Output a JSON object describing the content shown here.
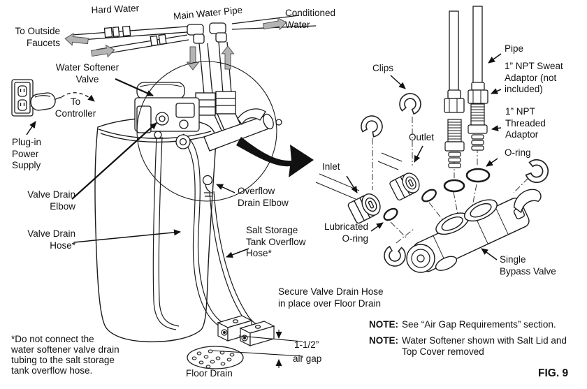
{
  "labels": {
    "hard_water": "Hard Water",
    "main_water_pipe": "Main Water Pipe",
    "conditioned_water": "Conditioned\nWater",
    "to_outside_faucets": "To Outside\nFaucets",
    "water_softener_valve": "Water Softener\nValve",
    "to_controller": "To\nController",
    "plug_in_power_supply": "Plug-in\nPower\nSupply",
    "valve_drain_elbow": "Valve Drain\nElbow",
    "valve_drain_hose": "Valve Drain\nHose*",
    "overflow_drain_elbow": "Overflow\nDrain Elbow",
    "salt_storage_tank_overflow_hose": "Salt Storage\nTank Overflow\nHose*",
    "secure_valve_drain_hose": "Secure Valve Drain Hose\nin place over Floor Drain",
    "air_gap_size": "1-1/2”",
    "air_gap": "air gap",
    "floor_drain": "Floor Drain",
    "clips": "Clips",
    "pipe": "Pipe",
    "npt_sweat_adaptor": "1” NPT Sweat\nAdaptor (not\nincluded)",
    "npt_threaded_adaptor": "1” NPT\nThreaded\nAdaptor",
    "o_ring": "O-ring",
    "outlet": "Outlet",
    "inlet": "Inlet",
    "lubricated_o_ring": "Lubricated\nO-ring",
    "single_bypass_valve": "Single\nBypass Valve"
  },
  "footnote": "*Do not connect the\nwater softener valve drain\ntubing to the salt storage\ntank overflow hose.",
  "notes": [
    {
      "label": "NOTE:",
      "text": "See “Air Gap Requirements” section."
    },
    {
      "label": "NOTE:",
      "text": "Water Softener shown with Salt Lid and\nTop Cover removed"
    }
  ],
  "figure_id": "FIG. 9",
  "colors": {
    "line": "#1a1a1a",
    "flow_arrow_fill": "#b4b4b4",
    "background": "#ffffff"
  }
}
